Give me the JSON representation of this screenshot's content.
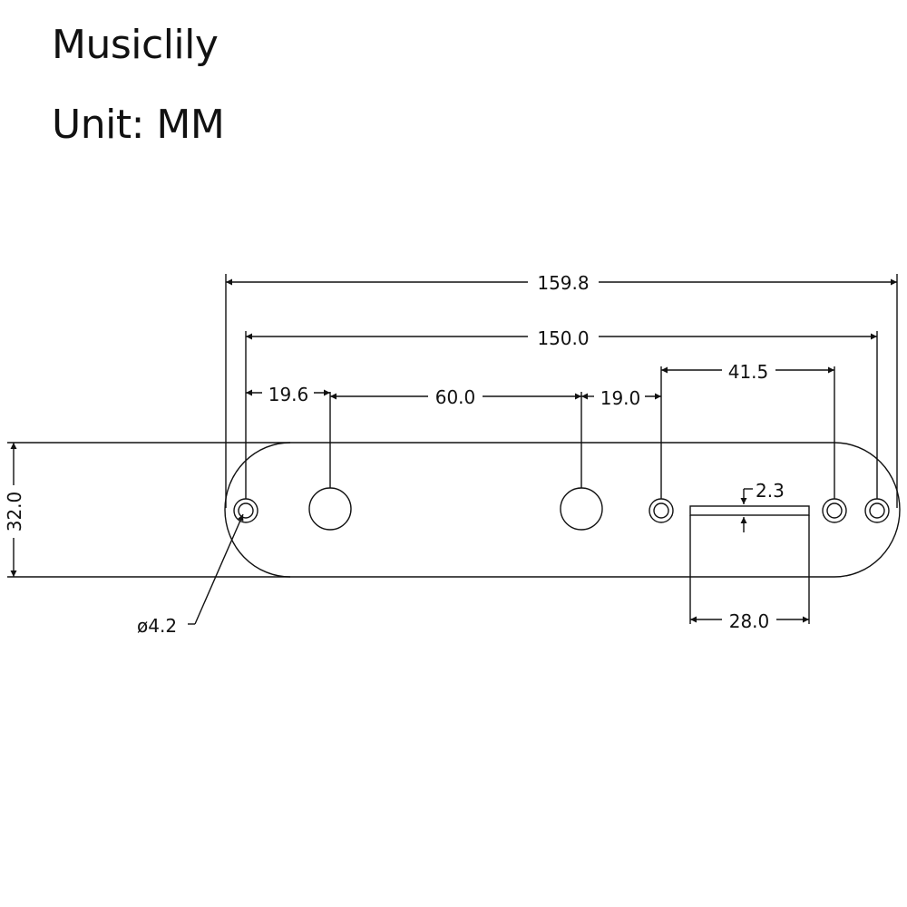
{
  "header": {
    "brand": "Musiclily",
    "unit_label": "Unit: MM"
  },
  "dimensions": {
    "overall_length": "159.8",
    "hole_span": "150.0",
    "spacing_1": "19.6",
    "spacing_2": "60.0",
    "spacing_3": "19.0",
    "spacing_4": "41.5",
    "height": "32.0",
    "hole_diameter": "ø4.2",
    "slot_width": "2.3",
    "slot_length": "28.0"
  },
  "colors": {
    "line": "#111111",
    "background": "#ffffff"
  }
}
